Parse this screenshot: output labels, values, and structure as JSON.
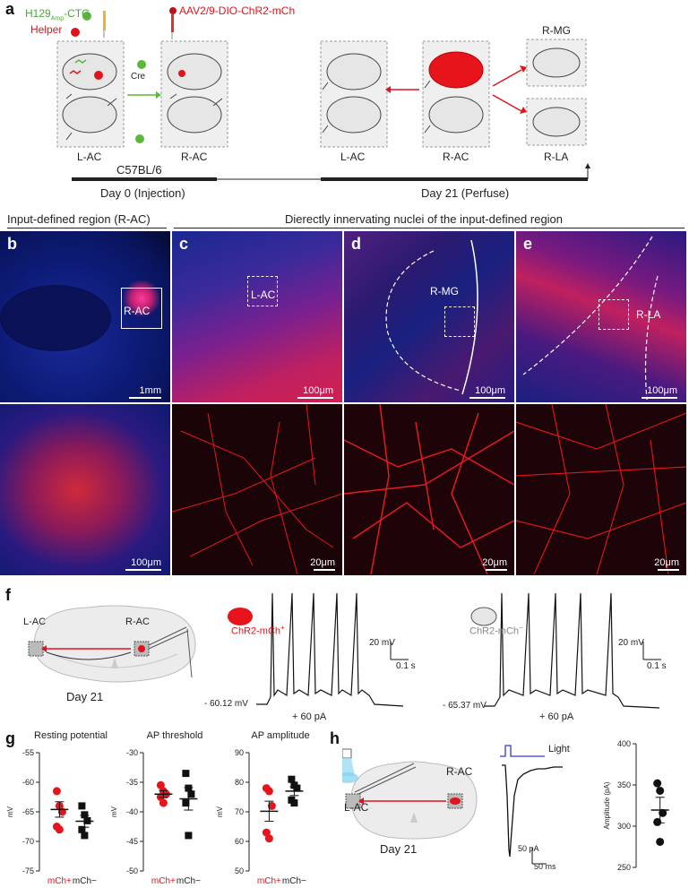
{
  "panels": {
    "a": {
      "label": "a",
      "virus_h129": "H129",
      "virus_h129_sub": "Amp",
      "virus_h129_suffix": "-CTG",
      "virus_helper": "Helper",
      "virus_aav": "AAV2/9-DIO-ChR2-mCh",
      "cre_label": "Cre",
      "box_labels": [
        "L-AC",
        "R-AC",
        "L-AC",
        "R-AC",
        "R-MG",
        "R-LA"
      ],
      "strain": "C57BL/6",
      "day0": "Day 0 (Injection)",
      "day21": "Day 21 (Perfuse)"
    },
    "headers": {
      "left": "Input-defined region (R-AC)",
      "right": "Dierectly innervating nuclei of the input-defined region"
    },
    "b": {
      "label": "b",
      "region": "R-AC",
      "scale_top": "1mm",
      "scale_bottom": "100μm"
    },
    "c": {
      "label": "c",
      "region": "L-AC",
      "scale_top": "100μm",
      "scale_bottom": "20μm"
    },
    "d": {
      "label": "d",
      "region": "R-MG",
      "scale_top": "100μm",
      "scale_bottom": "20μm"
    },
    "e": {
      "label": "e",
      "region": "R-LA",
      "scale_top": "100μm",
      "scale_bottom": "20μm"
    },
    "f": {
      "label": "f",
      "brain_left": "L-AC",
      "brain_right": "R-AC",
      "day": "Day 21",
      "trace1_cell": "ChR2-mCh",
      "trace1_sup": "+",
      "trace1_vm": "- 60.12 mV",
      "trace1_step": "+ 60 pA",
      "trace2_cell": "ChR2-mCh",
      "trace2_sup": "−",
      "trace2_vm": "- 65.37 mV",
      "trace2_step": "+ 60 pA",
      "scale_mv": "20 mV",
      "scale_s": "0.1 s"
    },
    "g": {
      "label": "g"
    },
    "h": {
      "label": "h",
      "brain_left": "L-AC",
      "brain_right": "R-AC",
      "day": "Day 21",
      "light": "Light",
      "scale_pa": "50 pA",
      "scale_ms": "50 ms"
    }
  },
  "chart_data": [
    {
      "type": "scatter",
      "title": "Resting potential",
      "ylabel": "mV",
      "categories": [
        "mCh+",
        "mCh−"
      ],
      "ylim": [
        -75,
        -55
      ],
      "yticks": [
        -55,
        -60,
        -65,
        -70,
        -75
      ],
      "series": [
        {
          "name": "mCh+",
          "color": "#e8141c",
          "values": [
            -61.5,
            -64.0,
            -65.0,
            -67.5,
            -68.0
          ]
        },
        {
          "name": "mCh−",
          "color": "#111111",
          "values": [
            -64.0,
            -65.5,
            -66.5,
            -68.0,
            -69.0
          ]
        }
      ],
      "means": [
        -64.6,
        -66.6
      ],
      "sem": [
        1.3,
        1.0
      ]
    },
    {
      "type": "scatter",
      "title": "AP threshold",
      "ylabel": "mV",
      "categories": [
        "mCh+",
        "mCh−"
      ],
      "ylim": [
        -50,
        -30
      ],
      "yticks": [
        -30,
        -35,
        -40,
        -45,
        -50
      ],
      "series": [
        {
          "name": "mCh+",
          "color": "#e8141c",
          "values": [
            -35.5,
            -36.5,
            -37.0,
            -37.5,
            -38.5
          ]
        },
        {
          "name": "mCh−",
          "color": "#111111",
          "values": [
            -33.5,
            -36.0,
            -37.0,
            -38.5,
            -44.0
          ]
        }
      ],
      "means": [
        -37.0,
        -37.8
      ],
      "sem": [
        0.6,
        1.9
      ]
    },
    {
      "type": "scatter",
      "title": "AP amplitude",
      "ylabel": "mV",
      "categories": [
        "mCh+",
        "mCh−"
      ],
      "ylim": [
        50,
        90
      ],
      "yticks": [
        50,
        60,
        70,
        80,
        90
      ],
      "series": [
        {
          "name": "mCh+",
          "color": "#e8141c",
          "values": [
            78,
            77,
            72,
            63,
            61
          ]
        },
        {
          "name": "mCh−",
          "color": "#111111",
          "values": [
            81,
            79,
            78,
            74,
            73
          ]
        }
      ],
      "means": [
        70.2,
        77.0
      ],
      "sem": [
        3.4,
        1.5
      ]
    },
    {
      "type": "scatter",
      "title": "",
      "ylabel": "Amplitude (pA)",
      "categories": [
        ""
      ],
      "ylim": [
        250,
        400
      ],
      "yticks": [
        250,
        300,
        350,
        400
      ],
      "series": [
        {
          "name": "",
          "color": "#111111",
          "values": [
            352,
            343,
            316,
            305,
            281
          ]
        }
      ],
      "means": [
        319.5
      ],
      "sem": [
        15.5
      ]
    }
  ]
}
